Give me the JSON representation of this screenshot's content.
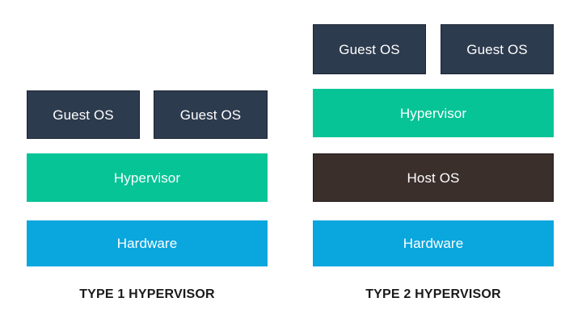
{
  "diagram": {
    "title_visible": false,
    "background_color": "#ffffff",
    "palette": {
      "guest_os": "#2d3b4e",
      "hypervisor": "#06c496",
      "host_os": "#3b2f2c",
      "hardware": "#0aa6de",
      "label_text": "#ffffff",
      "caption_text": "#1a1a1a"
    },
    "stacks": [
      {
        "id": "type1",
        "caption": "TYPE 1 HYPERVISOR",
        "layers": [
          {
            "role": "guest-os-row",
            "boxes": [
              {
                "label": "Guest OS",
                "color": "#2d3b4e"
              },
              {
                "label": "Guest OS",
                "color": "#2d3b4e"
              }
            ]
          },
          {
            "role": "hypervisor",
            "boxes": [
              {
                "label": "Hypervisor",
                "color": "#06c496"
              }
            ]
          },
          {
            "role": "hardware",
            "boxes": [
              {
                "label": "Hardware",
                "color": "#0aa6de"
              }
            ]
          }
        ]
      },
      {
        "id": "type2",
        "caption": "TYPE 2 HYPERVISOR",
        "layers": [
          {
            "role": "guest-os-row",
            "boxes": [
              {
                "label": "Guest OS",
                "color": "#2d3b4e"
              },
              {
                "label": "Guest OS",
                "color": "#2d3b4e"
              }
            ]
          },
          {
            "role": "hypervisor",
            "boxes": [
              {
                "label": "Hypervisor",
                "color": "#06c496"
              }
            ]
          },
          {
            "role": "host-os",
            "boxes": [
              {
                "label": "Host OS",
                "color": "#3b2f2c"
              }
            ]
          },
          {
            "role": "hardware",
            "boxes": [
              {
                "label": "Hardware",
                "color": "#0aa6de"
              }
            ]
          }
        ]
      }
    ]
  }
}
